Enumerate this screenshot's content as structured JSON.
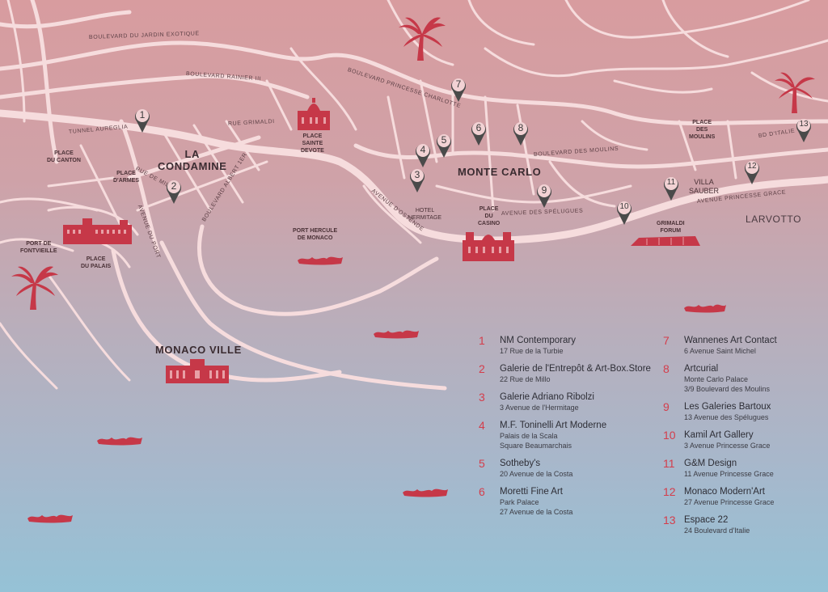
{
  "colors": {
    "road": "#f6dcdd",
    "landmark": "#c63848",
    "legend_number": "#d43d4b",
    "pin": "#4a4a4a"
  },
  "streets": [
    "BOULEVARD DU JARDIN EXOTIQUE",
    "BOULEVARD RAINIER III",
    "TUNNEL AUREGLIA",
    "RUE GRIMALDI",
    "BOULEVARD PRINCESSE CHARLOTTE",
    "BOULEVARD DES MOULINS",
    "BD D'ITALIE",
    "AVENUE DU PORT",
    "BOULEVARD ALBERT 1ER",
    "RUE DE MILLO",
    "AVENUE D'OSTENDE",
    "AVENUE DES SPÉLUGUES",
    "AVENUE PRINCESSE GRACE"
  ],
  "places": [
    "PLACE\nDU CANTON",
    "PLACE\nD'ARMES",
    "PORT DE\nFONTVIEILLE",
    "PLACE\nDU PALAIS",
    "PLACE\nSAINTE\nDEVOTE",
    "PORT HERCULE\nDE MONACO",
    "HOTEL\nHERMITAGE",
    "PLACE\nDU\nCASINO",
    "PLACE\nDES\nMOULINS",
    "VILLA\nSAUBER",
    "GRIMALDI\nFORUM"
  ],
  "districts": {
    "condamine": "LA\nCONDAMINE",
    "montecarlo": "MONTE CARLO",
    "monacoville": "MONACO VILLE",
    "larvotto": "LARVOTTO"
  },
  "markers": [
    "1",
    "2",
    "3",
    "4",
    "5",
    "6",
    "7",
    "8",
    "9",
    "10",
    "11",
    "12",
    "13"
  ],
  "legend": {
    "left": [
      {
        "num": "1",
        "name": "NM Contemporary",
        "addr": [
          "17 Rue de la Turbie"
        ]
      },
      {
        "num": "2",
        "name": "Galerie de l'Entrepôt & Art-Box.Store",
        "addr": [
          "22 Rue de Millo"
        ]
      },
      {
        "num": "3",
        "name": "Galerie Adriano Ribolzi",
        "addr": [
          "3 Avenue de l'Hermitage"
        ]
      },
      {
        "num": "4",
        "name": "M.F. Toninelli Art Moderne",
        "addr": [
          "Palais de la Scala",
          "Square Beaumarchais"
        ]
      },
      {
        "num": "5",
        "name": "Sotheby's",
        "addr": [
          "20 Avenue de la Costa"
        ]
      },
      {
        "num": "6",
        "name": "Moretti Fine Art",
        "addr": [
          "Park Palace",
          "27 Avenue de la Costa"
        ]
      }
    ],
    "right": [
      {
        "num": "7",
        "name": "Wannenes Art Contact",
        "addr": [
          "6 Avenue Saint Michel"
        ]
      },
      {
        "num": "8",
        "name": "Artcurial",
        "addr": [
          "Monte Carlo Palace",
          "3/9 Boulevard des Moulins"
        ]
      },
      {
        "num": "9",
        "name": "Les Galeries Bartoux",
        "addr": [
          "13 Avenue des Spélugues"
        ]
      },
      {
        "num": "10",
        "name": "Kamil Art Gallery",
        "addr": [
          "3 Avenue Princesse Grace"
        ]
      },
      {
        "num": "11",
        "name": "G&M Design",
        "addr": [
          "11 Avenue Princesse Grace"
        ]
      },
      {
        "num": "12",
        "name": "Monaco Modern'Art",
        "addr": [
          "27 Avenue Princesse Grace"
        ]
      },
      {
        "num": "13",
        "name": "Espace 22",
        "addr": [
          "24 Boulevard d'Italie"
        ]
      }
    ]
  },
  "icons": {
    "marker": "map-pin-icon",
    "palm": "palm-tree-icon",
    "boat": "boat-cluster-icon",
    "building": "landmark-building-icon"
  }
}
